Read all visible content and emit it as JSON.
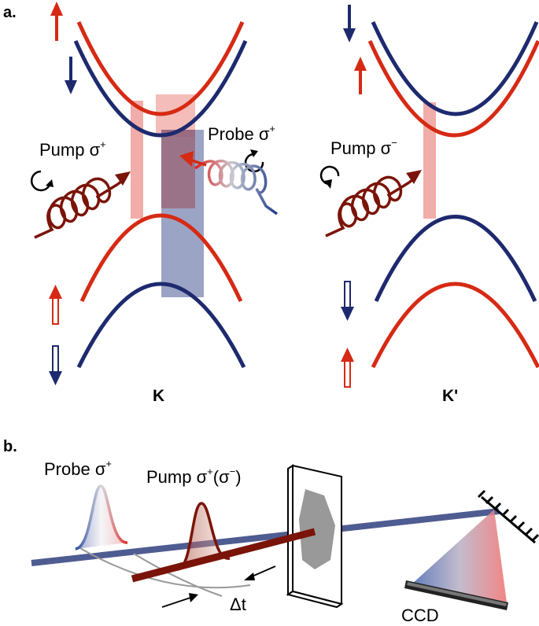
{
  "colors": {
    "red": "#d62a14",
    "navy": "#1e2a6e",
    "maroon": "#7a1408",
    "beam_blue": "#4f5c92",
    "pump_band": "#f0a4a0",
    "probe_band": "#6e7aa8"
  },
  "panel_a": {
    "letter": "a.",
    "left_valley": {
      "label": "K",
      "pump_text": "Pump σ",
      "pump_sup": "+",
      "probe_text": "Probe σ",
      "probe_sup": "+"
    },
    "right_valley": {
      "label": "K'",
      "pump_text": "Pump σ",
      "pump_sup": "−"
    }
  },
  "panel_b": {
    "letter": "b.",
    "probe_text": "Probe σ",
    "probe_sup": "+",
    "pump_text": "Pump σ",
    "pump_sup": "+",
    "pump_paren": "(σ",
    "pump_paren_sup": "−",
    "pump_close": ")",
    "delay_label": "Δt",
    "detector_label": "CCD"
  }
}
